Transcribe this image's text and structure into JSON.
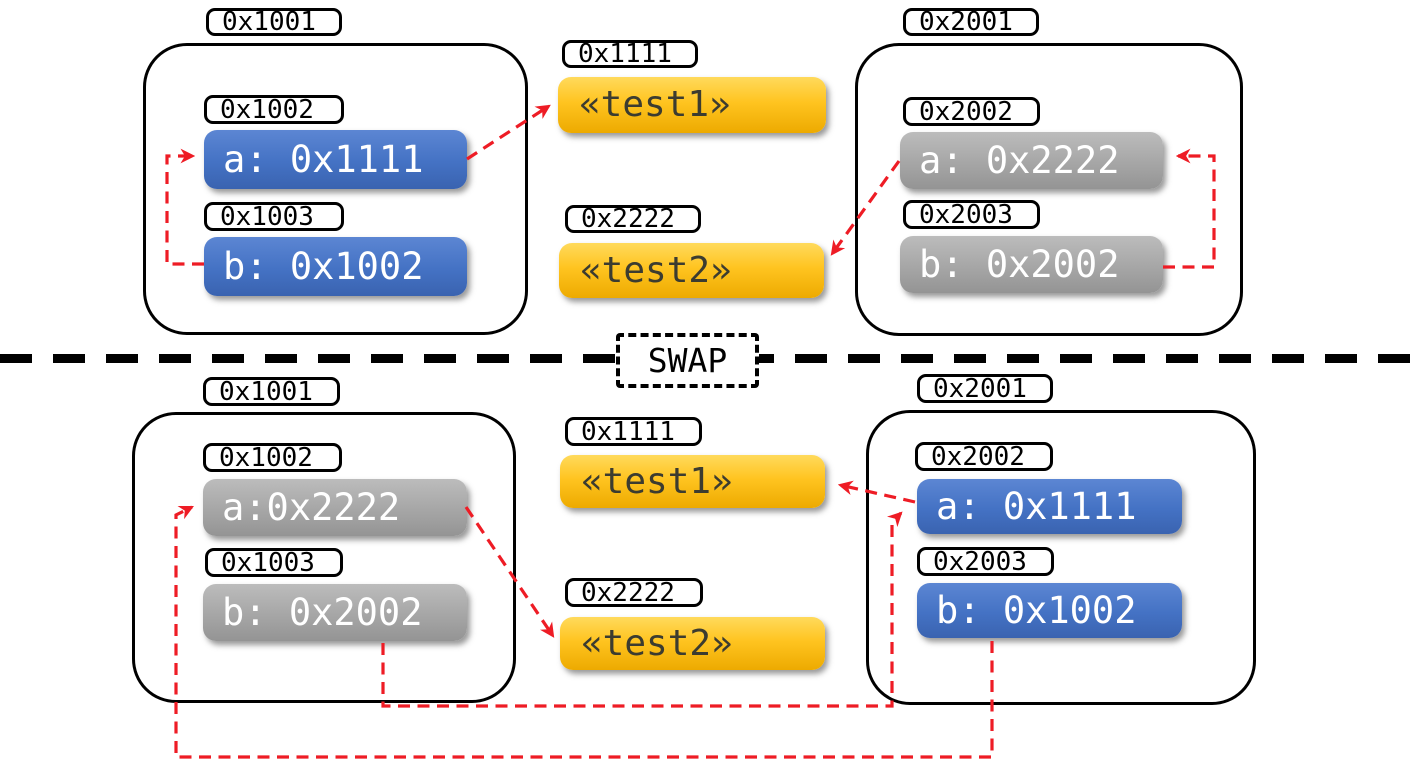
{
  "colors": {
    "blue": "#4472c4",
    "blue_top": "#5c86d3",
    "blue_bottom": "#3a63b0",
    "gray": "#a6a6a6",
    "gray_top": "#bcbcbc",
    "gray_bottom": "#949494",
    "yellow": "#ffc420",
    "yellow_top": "#ffda5c",
    "yellow_bottom": "#edaa00",
    "red": "#ee1c25",
    "line": "#000000",
    "var_text": "#ffffff",
    "heap_text": "#3c3c30"
  },
  "divider": {
    "label": "SWAP"
  },
  "top": {
    "left": {
      "tag": "0x1001",
      "a_tag": "0x1002",
      "a_label": "a: 0x1111",
      "b_tag": "0x1003",
      "b_label": "b: 0x1002"
    },
    "heap1": {
      "tag": "0x1111",
      "label": "«test1»"
    },
    "heap2": {
      "tag": "0x2222",
      "label": "«test2»"
    },
    "right": {
      "tag": "0x2001",
      "a_tag": "0x2002",
      "a_label": "a: 0x2222",
      "b_tag": "0x2003",
      "b_label": "b: 0x2002"
    }
  },
  "bottom": {
    "left": {
      "tag": "0x1001",
      "a_tag": "0x1002",
      "a_label": "a:0x2222",
      "b_tag": "0x1003",
      "b_label": "b: 0x2002"
    },
    "heap1": {
      "tag": "0x1111",
      "label": "«test1»"
    },
    "heap2": {
      "tag": "0x2222",
      "label": "«test2»"
    },
    "right": {
      "tag": "0x2001",
      "a_tag": "0x2002",
      "a_label": "a: 0x1111",
      "b_tag": "0x2003",
      "b_label": "b: 0x1002"
    }
  }
}
